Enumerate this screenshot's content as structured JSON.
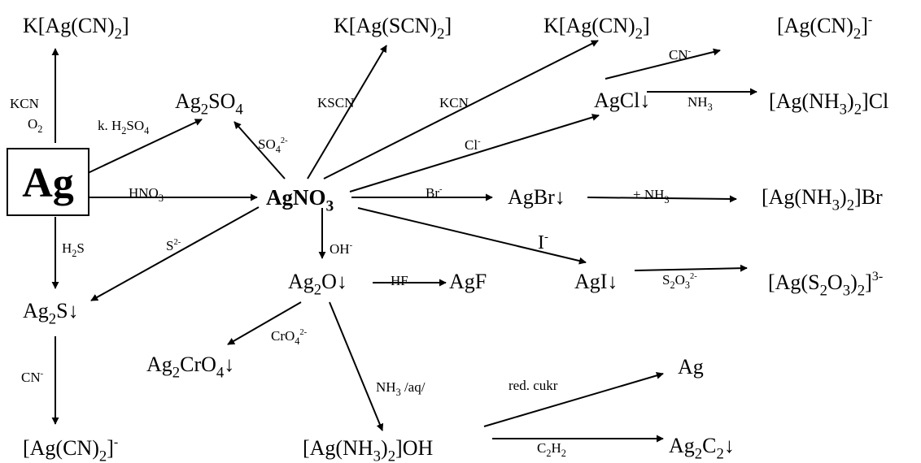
{
  "nodes": {
    "ag_source": {
      "text": "Ag"
    },
    "agno3": {
      "parts": [
        [
          "n",
          "AgNO"
        ],
        [
          "b",
          "3"
        ]
      ]
    },
    "k_ag_cn2_top_left": {
      "parts": [
        [
          "n",
          "K[Ag(CN)"
        ],
        [
          "b",
          "2"
        ],
        [
          "n",
          "]"
        ]
      ]
    },
    "ag2so4": {
      "parts": [
        [
          "n",
          "Ag"
        ],
        [
          "b",
          "2"
        ],
        [
          "n",
          "SO"
        ],
        [
          "b",
          "4"
        ]
      ]
    },
    "k_ag_scn2": {
      "parts": [
        [
          "n",
          "K[Ag(SCN)"
        ],
        [
          "b",
          "2"
        ],
        [
          "n",
          "]"
        ]
      ]
    },
    "k_ag_cn2_top_mid": {
      "parts": [
        [
          "n",
          "K[Ag(CN)"
        ],
        [
          "b",
          "2"
        ],
        [
          "n",
          "]"
        ]
      ]
    },
    "ag_cn2_ion_top": {
      "parts": [
        [
          "n",
          "[Ag(CN)"
        ],
        [
          "b",
          "2"
        ],
        [
          "n",
          "]"
        ],
        [
          "p",
          "-"
        ]
      ]
    },
    "agcl": {
      "parts": [
        [
          "n",
          "AgCl↓"
        ]
      ]
    },
    "ag_nh3_2_cl": {
      "parts": [
        [
          "n",
          "[Ag(NH"
        ],
        [
          "b",
          "3"
        ],
        [
          "n",
          ")"
        ],
        [
          "b",
          "2"
        ],
        [
          "n",
          "]Cl"
        ]
      ]
    },
    "agbr": {
      "parts": [
        [
          "n",
          "AgBr↓"
        ]
      ]
    },
    "ag_nh3_2_br": {
      "parts": [
        [
          "n",
          "[Ag(NH"
        ],
        [
          "b",
          "3"
        ],
        [
          "n",
          ")"
        ],
        [
          "b",
          "2"
        ],
        [
          "n",
          "]Br"
        ]
      ]
    },
    "agi": {
      "parts": [
        [
          "n",
          "AgI↓"
        ]
      ]
    },
    "ag_s2o3_2": {
      "parts": [
        [
          "n",
          "[Ag(S"
        ],
        [
          "b",
          "2"
        ],
        [
          "n",
          "O"
        ],
        [
          "b",
          "3"
        ],
        [
          "n",
          ")"
        ],
        [
          "b",
          "2"
        ],
        [
          "n",
          "]"
        ],
        [
          "p",
          "3-"
        ]
      ]
    },
    "ag2o": {
      "parts": [
        [
          "n",
          "Ag"
        ],
        [
          "b",
          "2"
        ],
        [
          "n",
          "O↓"
        ]
      ]
    },
    "agf": {
      "parts": [
        [
          "n",
          "AgF"
        ]
      ]
    },
    "ag2s": {
      "parts": [
        [
          "n",
          "Ag"
        ],
        [
          "b",
          "2"
        ],
        [
          "n",
          "S↓"
        ]
      ]
    },
    "ag2cro4": {
      "parts": [
        [
          "n",
          "Ag"
        ],
        [
          "b",
          "2"
        ],
        [
          "n",
          "CrO"
        ],
        [
          "b",
          "4"
        ],
        [
          "n",
          "↓"
        ]
      ]
    },
    "ag_cn2_ion_bottom": {
      "parts": [
        [
          "n",
          "[Ag(CN)"
        ],
        [
          "b",
          "2"
        ],
        [
          "n",
          "]"
        ],
        [
          "p",
          "-"
        ]
      ]
    },
    "ag_nh3_2_oh": {
      "parts": [
        [
          "n",
          "[Ag(NH"
        ],
        [
          "b",
          "3"
        ],
        [
          "n",
          ")"
        ],
        [
          "b",
          "2"
        ],
        [
          "n",
          "]OH"
        ]
      ]
    },
    "ag_product": {
      "parts": [
        [
          "n",
          "Ag"
        ]
      ]
    },
    "ag2c2": {
      "parts": [
        [
          "n",
          "Ag"
        ],
        [
          "b",
          "2"
        ],
        [
          "n",
          "C"
        ],
        [
          "b",
          "2"
        ],
        [
          "n",
          "↓"
        ]
      ]
    }
  },
  "labels": {
    "kcn_left": {
      "parts": [
        [
          "n",
          "KCN"
        ]
      ]
    },
    "o2_left": {
      "parts": [
        [
          "n",
          "O"
        ],
        [
          "b",
          "2"
        ]
      ]
    },
    "k_h2so4": {
      "parts": [
        [
          "n",
          "k. H"
        ],
        [
          "b",
          "2"
        ],
        [
          "n",
          "SO"
        ],
        [
          "b",
          "4"
        ]
      ]
    },
    "so4_2minus": {
      "parts": [
        [
          "n",
          "SO"
        ],
        [
          "b",
          "4"
        ],
        [
          "p",
          "2-"
        ]
      ]
    },
    "kscn": {
      "parts": [
        [
          "n",
          "KSCN"
        ]
      ]
    },
    "kcn_mid": {
      "parts": [
        [
          "n",
          "KCN"
        ]
      ]
    },
    "cn_minus_top": {
      "parts": [
        [
          "n",
          "CN"
        ],
        [
          "p",
          "-"
        ]
      ]
    },
    "nh3_cl": {
      "parts": [
        [
          "n",
          "NH"
        ],
        [
          "b",
          "3"
        ]
      ]
    },
    "cl_minus": {
      "parts": [
        [
          "n",
          "Cl"
        ],
        [
          "p",
          "-"
        ]
      ]
    },
    "hno3": {
      "parts": [
        [
          "n",
          "HNO"
        ],
        [
          "b",
          "3"
        ]
      ]
    },
    "br_minus": {
      "parts": [
        [
          "n",
          "Br"
        ],
        [
          "p",
          "-"
        ]
      ]
    },
    "plus_nh3": {
      "parts": [
        [
          "n",
          "+ NH"
        ],
        [
          "b",
          "3"
        ]
      ]
    },
    "i_minus": {
      "parts": [
        [
          "n",
          "I"
        ],
        [
          "p",
          "-"
        ]
      ]
    },
    "s2o3_2minus": {
      "parts": [
        [
          "n",
          "S"
        ],
        [
          "b",
          "2"
        ],
        [
          "n",
          "O"
        ],
        [
          "b",
          "3"
        ],
        [
          "p",
          "2-"
        ]
      ]
    },
    "h2s": {
      "parts": [
        [
          "n",
          "H"
        ],
        [
          "b",
          "2"
        ],
        [
          "n",
          "S"
        ]
      ]
    },
    "s_2minus": {
      "parts": [
        [
          "n",
          "S"
        ],
        [
          "p",
          "2-"
        ]
      ]
    },
    "oh_minus": {
      "parts": [
        [
          "n",
          "OH"
        ],
        [
          "p",
          "-"
        ]
      ]
    },
    "hf": {
      "parts": [
        [
          "n",
          "HF"
        ]
      ]
    },
    "cro4_2minus": {
      "parts": [
        [
          "n",
          "CrO"
        ],
        [
          "b",
          "4"
        ],
        [
          "p",
          "2-"
        ]
      ]
    },
    "cn_minus_bottom": {
      "parts": [
        [
          "n",
          "CN"
        ],
        [
          "p",
          "-"
        ]
      ]
    },
    "nh3_aq": {
      "parts": [
        [
          "n",
          "NH"
        ],
        [
          "b",
          "3"
        ],
        [
          "n",
          " /aq/"
        ]
      ]
    },
    "red_cukr": {
      "parts": [
        [
          "n",
          "red. cukr"
        ]
      ]
    },
    "c2h2": {
      "parts": [
        [
          "n",
          "C"
        ],
        [
          "b",
          "2"
        ],
        [
          "n",
          "H"
        ],
        [
          "b",
          "2"
        ]
      ]
    }
  }
}
